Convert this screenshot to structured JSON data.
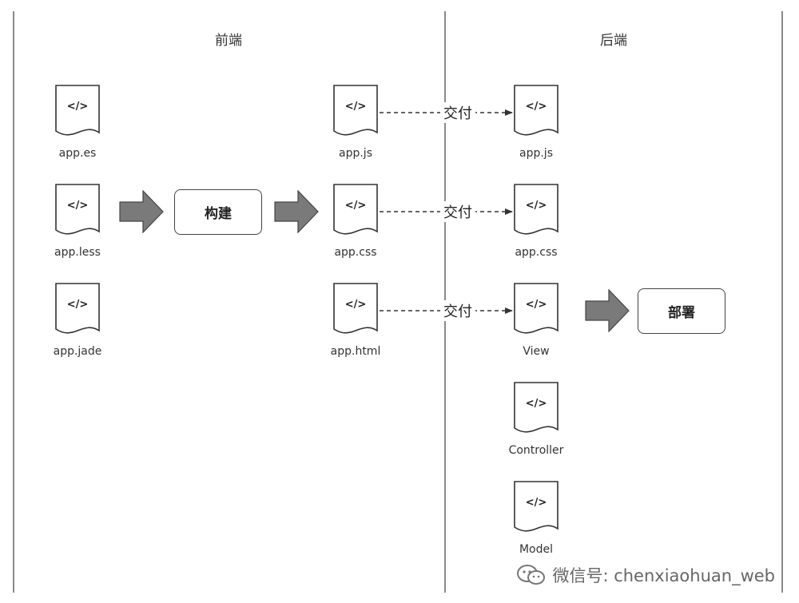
{
  "columns": {
    "frontend": "前端",
    "backend": "后端"
  },
  "file_icon_text": "</>",
  "frontend_sources": [
    "app.es",
    "app.less",
    "app.jade"
  ],
  "build_step": "构建",
  "build_outputs": [
    "app.js",
    "app.css",
    "app.html"
  ],
  "handoff_label": "交付",
  "backend_files": [
    "app.js",
    "app.css",
    "View",
    "Controller",
    "Model"
  ],
  "deploy_step": "部署",
  "watermark": {
    "text": "微信号: chenxiaohuan_web",
    "icon": "wechat-icon"
  },
  "colors": {
    "line": "#333333",
    "arrow_fill": "#7a7a7a",
    "divider": "#8a8a8a"
  }
}
